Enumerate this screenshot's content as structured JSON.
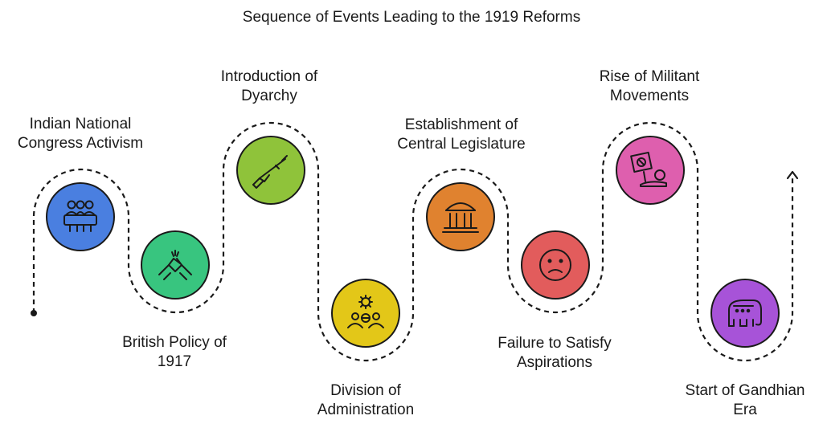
{
  "title": "Sequence of Events Leading to the 1919 Reforms",
  "colors": {
    "path": "#1a1a1a",
    "icon_stroke": "#1a1a1a"
  },
  "steps": [
    {
      "label": "Indian National\nCongress Activism",
      "color": "#4a7fe0",
      "icon": "meeting-icon"
    },
    {
      "label": "British Policy of\n1917",
      "color": "#38c57f",
      "icon": "handshake-icon"
    },
    {
      "label": "Introduction of\nDyarchy",
      "color": "#8fc33a",
      "icon": "rifle-icon"
    },
    {
      "label": "Division of\nAdministration",
      "color": "#e3c718",
      "icon": "people-gear-icon"
    },
    {
      "label": "Establishment of\nCentral Legislature",
      "color": "#e0822f",
      "icon": "government-building-icon"
    },
    {
      "label": "Failure to Satisfy\nAspirations",
      "color": "#e25c5c",
      "icon": "sad-face-icon"
    },
    {
      "label": "Rise of Militant\nMovements",
      "color": "#de5fae",
      "icon": "protest-sign-icon"
    },
    {
      "label": "Start of Gandhian\nEra",
      "color": "#a753d8",
      "icon": "elephant-icon"
    }
  ]
}
